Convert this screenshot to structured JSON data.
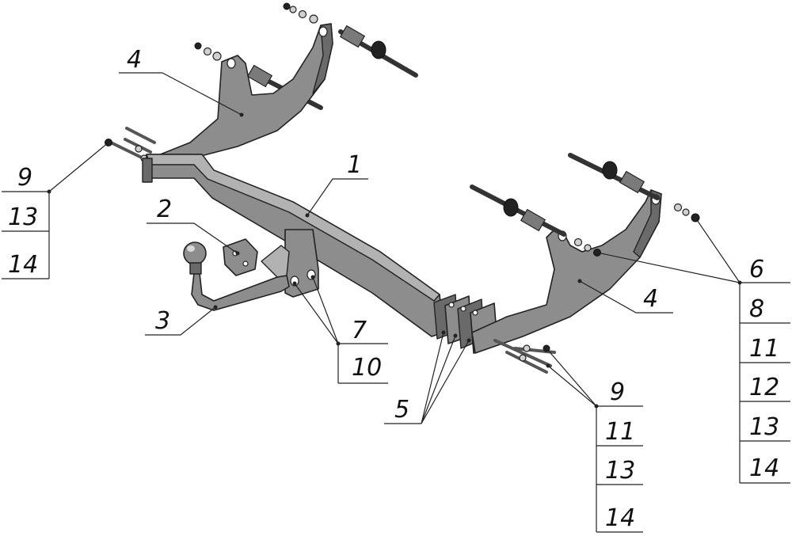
{
  "callouts": {
    "beam": "1",
    "socket_plate": "2",
    "tow_ball": "3",
    "bracket_left": "4",
    "bracket_right": "4",
    "shims": "5",
    "right_group_a": [
      "6",
      "8",
      "11",
      "12",
      "13",
      "14"
    ],
    "center_group": [
      "7",
      "10"
    ],
    "left_group": [
      "9",
      "13",
      "14"
    ],
    "bottom_group": [
      "9",
      "11",
      "13",
      "14"
    ]
  }
}
